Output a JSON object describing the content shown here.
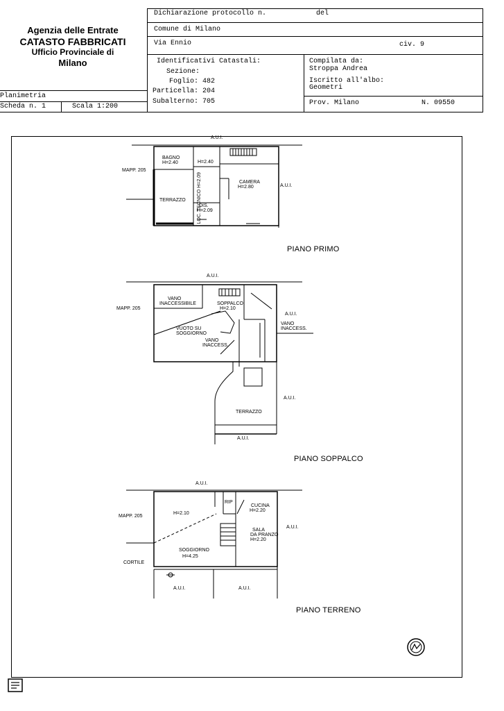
{
  "header": {
    "agency_line1": "Agenzia delle Entrate",
    "agency_line2": "CATASTO FABBRICATI",
    "agency_line3": "Ufficio Provinciale di",
    "agency_line4": "Milano",
    "protocol_label": "Dichiarazione protocollo n.",
    "protocol_del": "del",
    "comune": "Comune di Milano",
    "via": "Via Ennio",
    "civ": "civ. 9",
    "identificativi_label": "Identificativi Catastali:",
    "sezione": "Sezione:",
    "foglio": "Foglio: 482",
    "particella": "Particella: 204",
    "subalterno": "Subalterno: 705",
    "compilata_label": "Compilata da:",
    "compilata_name": "Stroppa Andrea",
    "iscritto_label": "Iscritto all'albo:",
    "iscritto_value": "Geometri",
    "prov": "Prov. Milano",
    "numero": "N. 09550",
    "planimetria": "Planimetria",
    "scheda": "Scheda n. 1",
    "scala": "Scala 1:200"
  },
  "floor1": {
    "aui_top": "A.U.I.",
    "mapp": "MAPP. 205",
    "bagno": "BAGNO",
    "bagno_h": "H=2.40",
    "h240": "H=2.40",
    "loc": "LOC.",
    "tecnico": "TECNICO",
    "loc_h": "H=2.09",
    "camera": "CAMERA",
    "camera_h": "H=2.80",
    "aui_right": "A.U.I.",
    "terrazzo": "TERRAZZO",
    "dis": "DIS.",
    "dis_h": "H=2.09",
    "title": "PIANO PRIMO"
  },
  "floor2": {
    "aui_top": "A.U.I.",
    "mapp": "MAPP. 205",
    "vano": "VANO",
    "inaccessibile": "INACCESSIBILE",
    "soppalco": "SOPPALCO",
    "soppalco_h": "H=2.10",
    "aui_right": "A.U.I.",
    "vano2": "VANO",
    "inaccess2": "INACCESS.",
    "vuoto": "VUOTO SU",
    "soggiorno": "SOGGIORNO",
    "vano3": "VANO",
    "inaccess3": "INACCESS.",
    "terrazzo": "TERRAZZO",
    "aui_right2": "A.U.I.",
    "aui_bottom": "A.U.I.",
    "title": "PIANO SOPPALCO"
  },
  "floor3": {
    "aui_top": "A.U.I.",
    "mapp": "MAPP. 205",
    "h210": "H=2.10",
    "rip": "RIP",
    "cucina": "CUCINA",
    "cucina_h": "H=2.20",
    "aui_right": "A.U.I.",
    "sala": "SALA",
    "da_pranzo": "DA PRANZO",
    "sala_h": "H=2.20",
    "soggiorno": "SOGGIORNO",
    "soggiorno_h": "H=4.25",
    "cortile": "CORTILE",
    "aui_bottom1": "A.U.I.",
    "aui_bottom2": "A.U.I.",
    "title": "PIANO TERRENO"
  }
}
